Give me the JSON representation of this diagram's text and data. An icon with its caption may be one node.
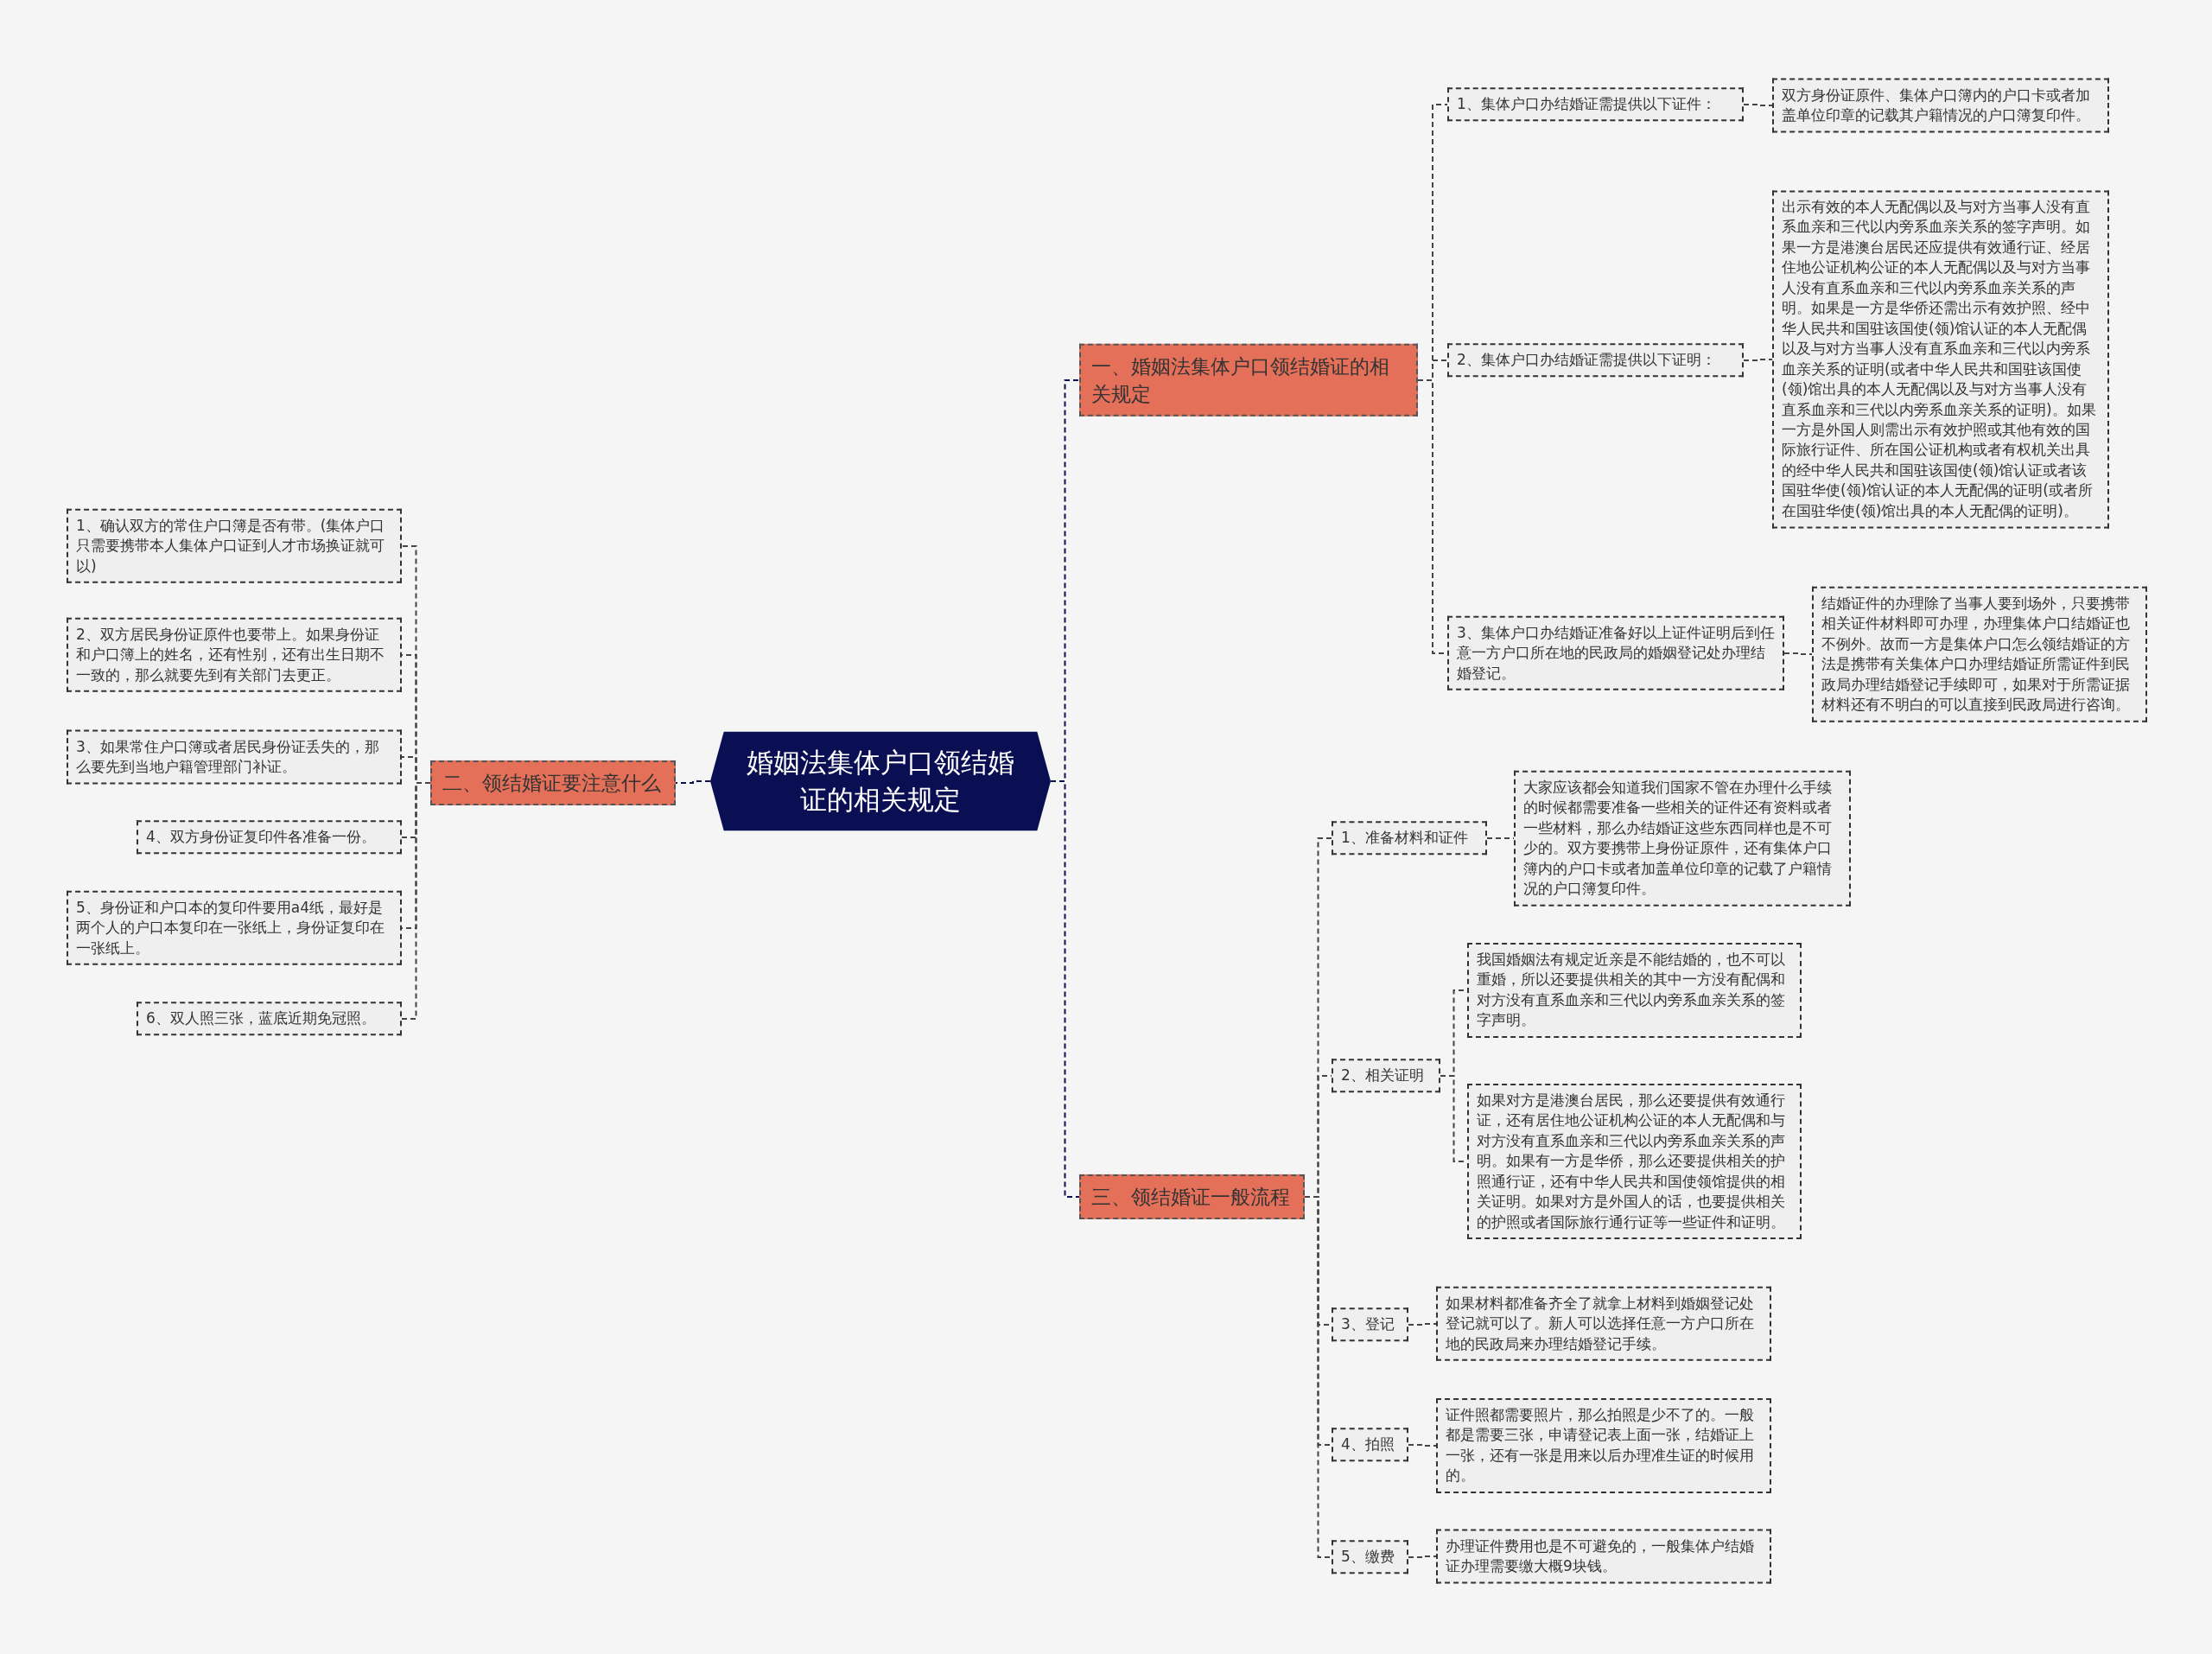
{
  "diagram": {
    "nodes": [
      {
        "text": [
          "婚姻法集体户口领结婚证的相关规定"
        ]
      },
      {
        "text": [
          "一、婚姻法集体户口领结婚证的相关规定"
        ]
      },
      {
        "text": [
          "1、集体户口办结婚证需提供以下证件："
        ]
      },
      {
        "text": [
          "双方身份证原件、集体户口簿内的户口卡或者加盖单位印章的记载其户籍情况的户口簿复印件。"
        ]
      },
      {
        "text": [
          "2、集体户口办结婚证需提供以下证明："
        ]
      },
      {
        "text": [
          "出示有效的本人无配偶以及与对方当事人没有直系血亲和三代以内旁系血亲关系的签字声明。如果一方是港澳台居民还应提供有效通行证、经居住地公证机构公证的本人无配偶以及与对方当事人没有直系血亲和三代以内旁系血亲关系的声明。如果是一方是华侨还需出示有效护照、经中华人民共和国驻该国使(领)馆认证的本人无配偶以及与对方当事人没有直系血亲和三代以内旁系血亲关系的证明(或者中华人民共和国驻该国使(领)馆出具的本人无配偶以及与对方当事人没有直系血亲和三代以内旁系血亲关系的证明)。如果一方是外国人则需出示有效护照或其他有效的国际旅行证件、所在国公证机构或者有权机关出具的经中华人民共和国驻该国使(领)馆认证或者该国驻华使(领)馆认证的本人无配偶的证明(或者所在国驻华使(领)馆出具的本人无配偶的证明)。"
        ]
      },
      {
        "text": [
          "3、集体户口办结婚证准备好以上证件证明后到任意一方户口所在地的民政局的婚姻登记处办理结婚登记。"
        ]
      },
      {
        "text": [
          "结婚证件的办理除了当事人要到场外，只要携带相关证件材料即可办理，办理集体户口结婚证也不例外。故而一方是集体户口怎么领结婚证的方法是携带有关集体户口办理结婚证所需证件到民政局办理结婚登记手续即可，如果对于所需证据材料还有不明白的可以直接到民政局进行咨询。"
        ]
      },
      {
        "text": [
          "二、领结婚证要注意什么"
        ]
      },
      {
        "text": [
          "1、确认双方的常住户口簿是否有带。(集体户口只需要携带本人集体户口证到人才市场换证就可以)"
        ]
      },
      {
        "text": [
          "2、双方居民身份证原件也要带上。如果身份证和户口簿上的姓名，还有性别，还有出生日期不一致的，那么就要先到有关部门去更正。"
        ]
      },
      {
        "text": [
          "3、如果常住户口簿或者居民身份证丢失的，那么要先到当地户籍管理部门补证。"
        ]
      },
      {
        "text": [
          "4、双方身份证复印件各准备一份。"
        ]
      },
      {
        "text": [
          "5、身份证和户口本的复印件要用a4纸，最好是两个人的户口本复印在一张纸上，身份证复印在一张纸上。"
        ]
      },
      {
        "text": [
          "6、双人照三张，蓝底近期免冠照。"
        ]
      },
      {
        "text": [
          "三、领结婚证一般流程"
        ]
      },
      {
        "text": [
          "1、准备材料和证件"
        ]
      },
      {
        "text": [
          "大家应该都会知道我们国家不管在办理什么手续的时候都需要准备一些相关的证件还有资料或者一些材料，那么办结婚证这些东西同样也是不可少的。双方要携带上身份证原件，还有集体户口簿内的户口卡或者加盖单位印章的记载了户籍情况的户口簿复印件。"
        ]
      },
      {
        "text": [
          "2、相关证明"
        ]
      },
      {
        "text": [
          "我国婚姻法有规定近亲是不能结婚的，也不可以重婚，所以还要提供相关的其中一方没有配偶和对方没有直系血亲和三代以内旁系血亲关系的签字声明。"
        ]
      },
      {
        "text": [
          "如果对方是港澳台居民，那么还要提供有效通行证，还有居住地公证机构公证的本人无配偶和与对方没有直系血亲和三代以内旁系血亲关系的声明。如果有一方是华侨，那么还要提供相关的护照通行证，还有中华人民共和国使领馆提供的相关证明。如果对方是外国人的话，也要提供相关的护照或者国际旅行通行证等一些证件和证明。"
        ]
      },
      {
        "text": [
          "3、登记"
        ]
      },
      {
        "text": [
          "如果材料都准备齐全了就拿上材料到婚姻登记处登记就可以了。新人可以选择任意一方户口所在地的民政局来办理结婚登记手续。"
        ]
      },
      {
        "text": [
          "4、拍照"
        ]
      },
      {
        "text": [
          "证件照都需要照片，那么拍照是少不了的。一般都是需要三张，申请登记表上面一张，结婚证上一张，还有一张是用来以后办理准生证的时候用的。"
        ]
      },
      {
        "text": [
          "5、缴费"
        ]
      },
      {
        "text": [
          "办理证件费用也是不可避免的，一般集体户结婚证办理需要缴大概9块钱。"
        ]
      }
    ],
    "edges": [
      {
        "from": 0,
        "to": 1,
        "arrow": "none",
        "color": "#0a0e52"
      },
      {
        "from": 0,
        "to": 8,
        "arrow": "none",
        "color": "#0a0e52"
      },
      {
        "from": 0,
        "to": 15,
        "arrow": "none",
        "color": "#0a0e52"
      },
      {
        "from": 1,
        "to": 2,
        "arrow": "none"
      },
      {
        "from": 1,
        "to": 4,
        "arrow": "none"
      },
      {
        "from": 1,
        "to": 6,
        "arrow": "none"
      },
      {
        "from": 2,
        "to": 3,
        "arrow": "none"
      },
      {
        "from": 4,
        "to": 5,
        "arrow": "none"
      },
      {
        "from": 6,
        "to": 7,
        "arrow": "none"
      },
      {
        "from": 8,
        "to": 9,
        "arrow": "none"
      },
      {
        "from": 8,
        "to": 10,
        "arrow": "none"
      },
      {
        "from": 8,
        "to": 11,
        "arrow": "none"
      },
      {
        "from": 8,
        "to": 12,
        "arrow": "none"
      },
      {
        "from": 8,
        "to": 13,
        "arrow": "none"
      },
      {
        "from": 8,
        "to": 14,
        "arrow": "none"
      },
      {
        "from": 15,
        "to": 16,
        "arrow": "none"
      },
      {
        "from": 15,
        "to": 18,
        "arrow": "none"
      },
      {
        "from": 15,
        "to": 21,
        "arrow": "none"
      },
      {
        "from": 15,
        "to": 23,
        "arrow": "none"
      },
      {
        "from": 15,
        "to": 25,
        "arrow": "none"
      },
      {
        "from": 16,
        "to": 17,
        "arrow": "none"
      },
      {
        "from": 18,
        "to": 19,
        "arrow": "none"
      },
      {
        "from": 18,
        "to": 20,
        "arrow": "none"
      },
      {
        "from": 21,
        "to": 22,
        "arrow": "none"
      },
      {
        "from": 23,
        "to": 24,
        "arrow": "none"
      },
      {
        "from": 25,
        "to": 26,
        "arrow": "none"
      }
    ]
  }
}
